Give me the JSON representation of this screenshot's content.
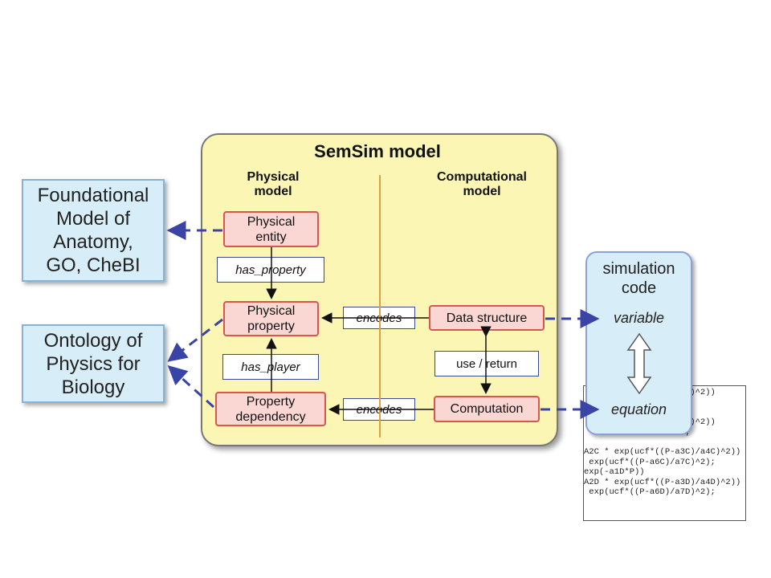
{
  "semsim": {
    "title": "SemSim model",
    "physical_heading": "Physical\nmodel",
    "computational_heading": "Computational\nmodel"
  },
  "external": {
    "fma": "Foundational\nModel of\nAnatomy,\nGO, CheBI",
    "opb": "Ontology of\nPhysics for\nBiology"
  },
  "physical_boxes": {
    "entity": "Physical\nentity",
    "property": "Physical\nproperty",
    "dependency": "Property\ndependency"
  },
  "relations": {
    "has_property": "has_property",
    "has_player": "has_player",
    "encodes_top": "encodes",
    "encodes_bottom": "encodes",
    "use_return": "use / return"
  },
  "computational_boxes": {
    "data_structure": "Data structure",
    "computation": "Computation"
  },
  "simulation": {
    "title": "simulation\ncode",
    "variable": "variable",
    "equation": "equation"
  },
  "code_lines": [
    "                    A)^2))",
    "                    ;",
    "",
    "                    B)^2))",
    "                    ;",
    "",
    "A2C * exp(ucf*((P-a3C)/a4C)^2))",
    " exp(ucf*((P-a6C)/a7C)^2);",
    "exp(-a1D*P))",
    "A2D * exp(ucf*((P-a3D)/a4D)^2))",
    " exp(ucf*((P-a6D)/a7D)^2);"
  ],
  "colors": {
    "arrow_blue": "#3a44a6",
    "divider_orange": "#e0a040",
    "pink_fill": "#fbd7d3",
    "pink_border": "#d9564f",
    "yellow_fill": "#fbf6b4",
    "light_blue_fill": "#d7edf7"
  }
}
